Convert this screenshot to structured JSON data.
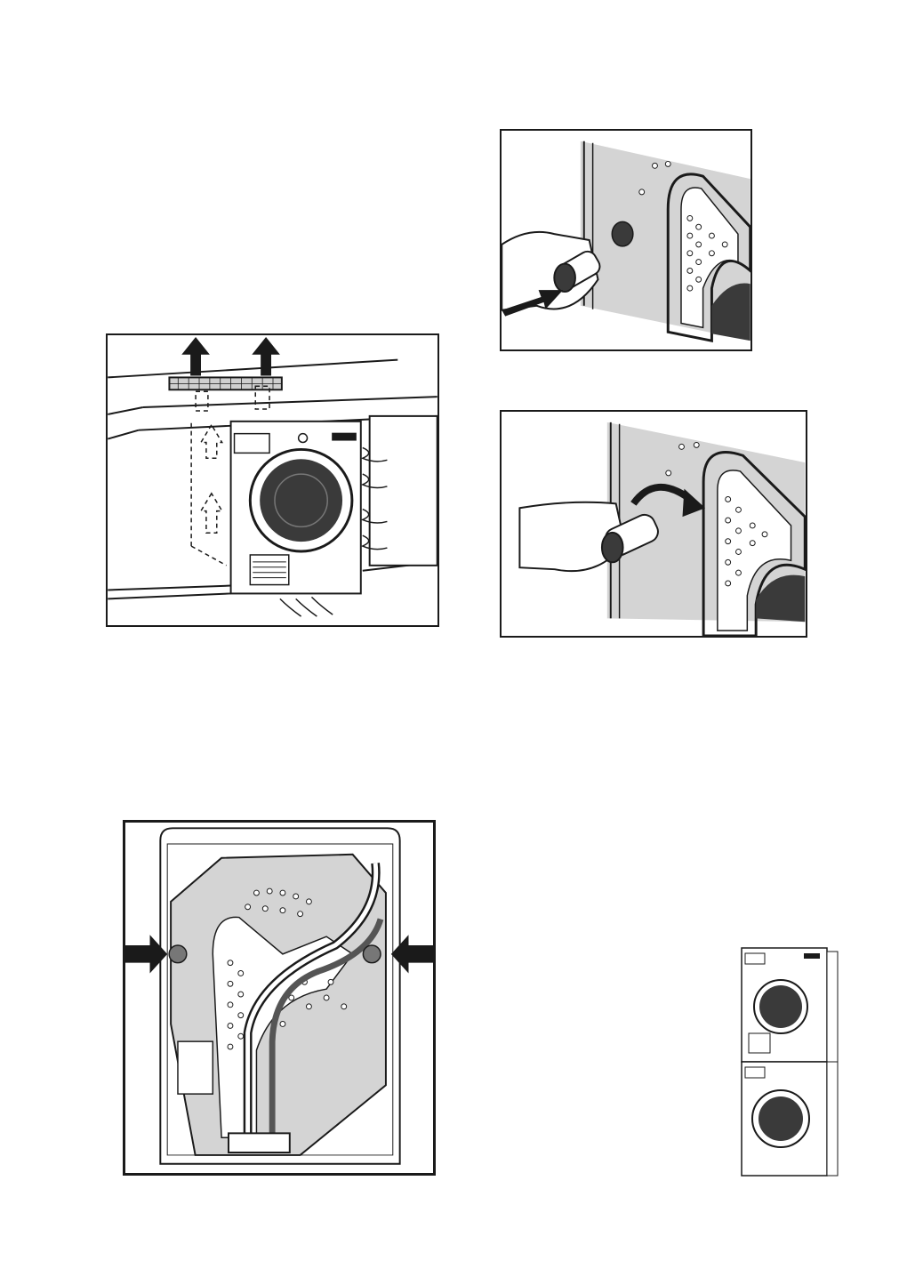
{
  "figures": [
    {
      "id": "ventilation",
      "icon": "airflow-arrows-icon"
    },
    {
      "id": "insert-plug",
      "icon": "push-arrow-icon"
    },
    {
      "id": "rotate-plug",
      "icon": "rotate-arrow-icon"
    },
    {
      "id": "rear-panel",
      "icon": "side-arrows-icon"
    },
    {
      "id": "stacked-units",
      "icon": "stacked-appliance-icon"
    }
  ],
  "colors": {
    "ink": "#1a1a1a",
    "panel_shade": "#d4d4d4",
    "door_dark": "#3a3a3a",
    "hose_dark": "#555555"
  }
}
